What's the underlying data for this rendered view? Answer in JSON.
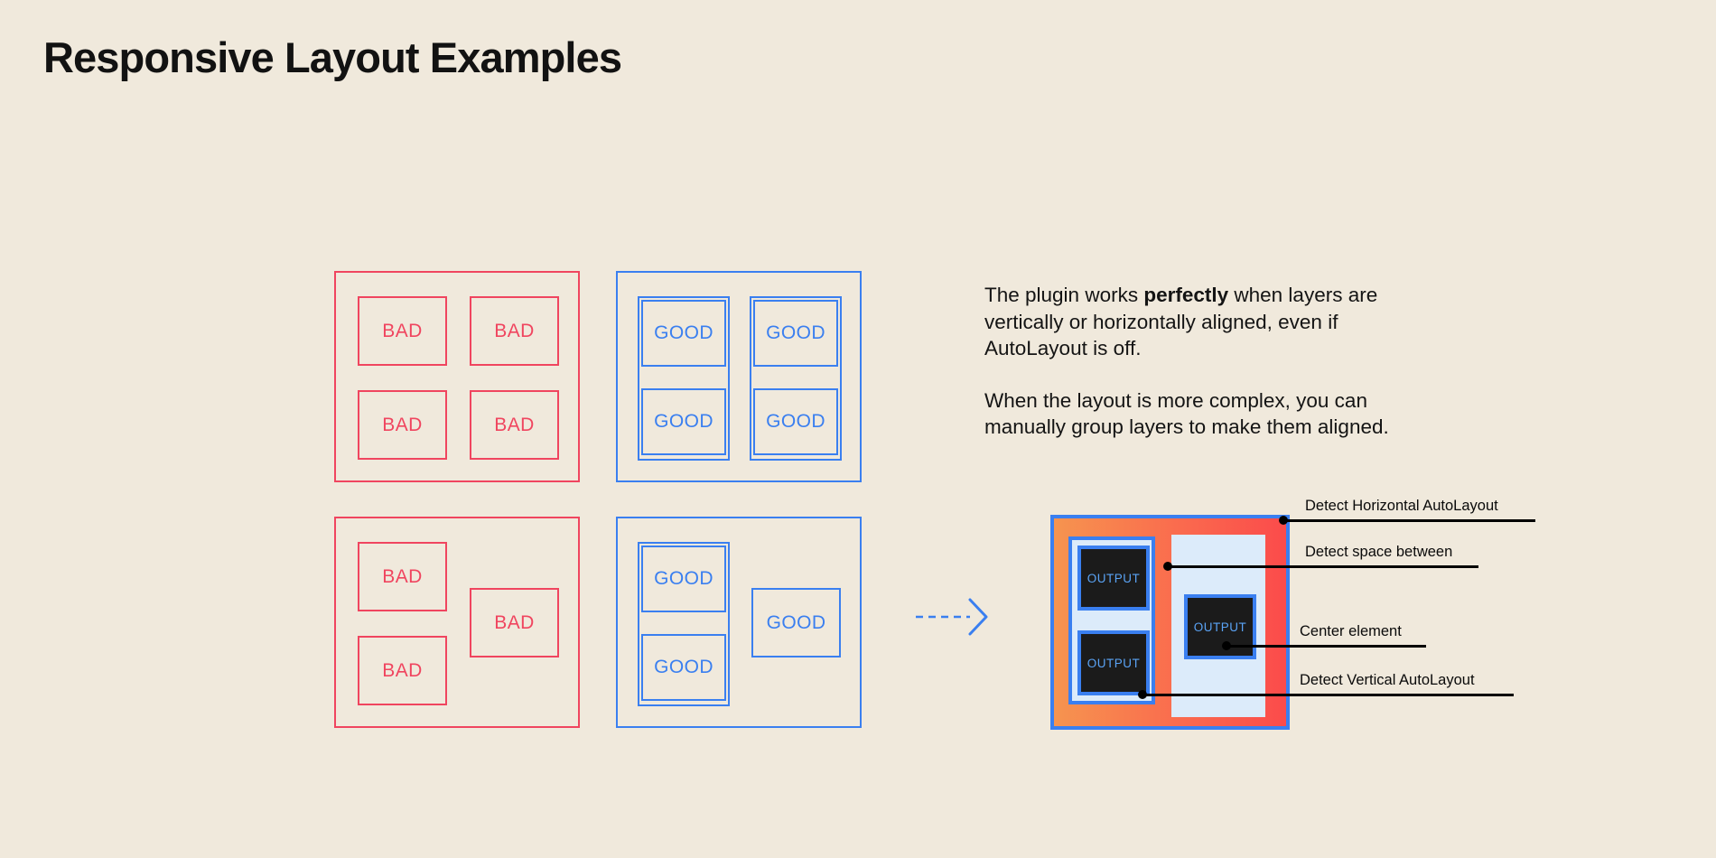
{
  "title": "Responsive Layout Examples",
  "colors": {
    "background": "#f0e9dc",
    "bad": "#f0455f",
    "good": "#3a7ff0",
    "text": "#121212",
    "diagram_border": "#3a7ff0",
    "diagram_fill_start": "#f6944f",
    "diagram_fill_end": "#fb4b4b",
    "output_bg": "#1b1b1b",
    "output_text": "#5aa3f5",
    "inner_panel": "#dcebfa"
  },
  "examples": {
    "bad_label": "BAD",
    "good_label": "GOOD",
    "grid_bad": {
      "name": "bad-grid-panel",
      "cells": [
        "BAD",
        "BAD",
        "BAD",
        "BAD"
      ]
    },
    "grid_good": {
      "name": "good-grid-panel",
      "columns": [
        {
          "cells": [
            "GOOD",
            "GOOD"
          ]
        },
        {
          "cells": [
            "GOOD",
            "GOOD"
          ]
        }
      ]
    },
    "complex_bad": {
      "name": "bad-complex-panel",
      "cells": [
        "BAD",
        "BAD",
        "BAD"
      ]
    },
    "complex_good": {
      "name": "good-complex-panel",
      "group_cells": [
        "GOOD",
        "GOOD"
      ],
      "loose_cell": "GOOD"
    }
  },
  "copy": {
    "p1_before": "The plugin works ",
    "p1_bold": "perfectly",
    "p1_after": " when layers are vertically or horizontally aligned, even if AutoLayout is off.",
    "p2": "When the layout is more complex, you can manually group layers to make them aligned."
  },
  "arrow": {
    "icon": "dashed-arrow-right-icon",
    "color": "#3a7ff0",
    "style": "dashed"
  },
  "diagram": {
    "output_label": "OUTPUT",
    "outputs": [
      "OUTPUT",
      "OUTPUT",
      "OUTPUT"
    ],
    "annotations": [
      {
        "label": "Detect Horizontal AutoLayout"
      },
      {
        "label": "Detect space between"
      },
      {
        "label": "Center element"
      },
      {
        "label": "Detect Vertical AutoLayout"
      }
    ]
  }
}
